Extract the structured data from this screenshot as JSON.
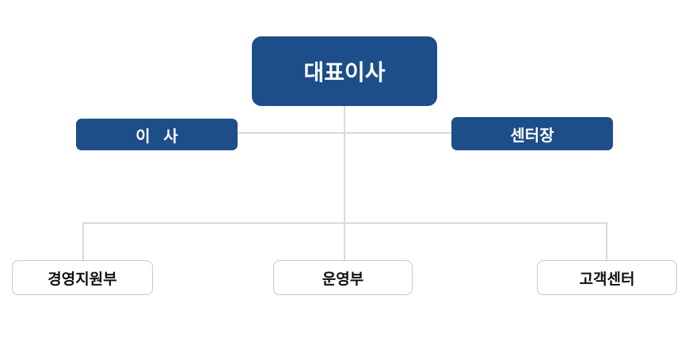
{
  "org_chart": {
    "colors": {
      "primary": "#1D4E89",
      "line": "#D9D9D9",
      "box_border": "#C9C9C9",
      "text_dark": "#111111",
      "text_light": "#FFFFFF",
      "bg": "#FFFFFF"
    },
    "nodes": {
      "ceo": {
        "label": "대표이사"
      },
      "director": {
        "label": "이   사"
      },
      "center_head": {
        "label": "센터장"
      },
      "dept_management_support": {
        "label": "경영지원부"
      },
      "dept_operations": {
        "label": "운영부"
      },
      "dept_customer_center": {
        "label": "고객센터"
      }
    }
  }
}
